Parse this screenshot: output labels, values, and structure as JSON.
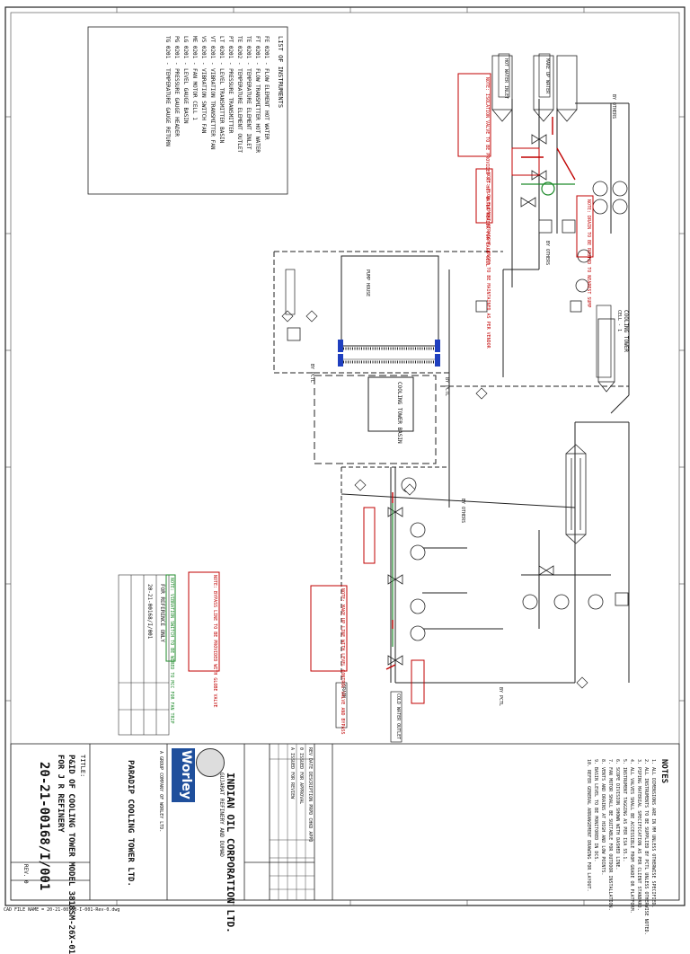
{
  "drawing": {
    "title_label": "TITLE:",
    "title_line1": "P&ID OF COOLING TOWER MODEL 3818SM-26X-01",
    "title_line2": "FOR J R REFINERY",
    "drawing_no": "20-21-00168/I/001",
    "client_name": "INDIAN OIL CORPORATION LTD.",
    "client_unit": "GUJARAT REFINERY AND DUMAD",
    "project_name": "PARADIP COOLING TOWER LTD.",
    "consultant": "Worley",
    "consultant_note": "A GROUP COMPANY OF WORLEY LTD.",
    "notes_heading": "NOTES",
    "for_reference": "FOR REFERENCE ONLY",
    "revision": "REV. 0",
    "footer_path": "CAD FILE NAME = 20-21-00168-I-001-Rev-0.dwg"
  },
  "labels": {
    "by_others": "BY OTHERS",
    "by_pctl": "BY PCTL",
    "cooling_tower": "COOLING TOWER",
    "cell_note": "CELL - 1",
    "makeup_water": "MAKE UP WATER",
    "hot_water_in": "HOT WATER INLET",
    "cold_water_out": "COLD WATER OUTLET",
    "basin": "COOLING TOWER BASIN",
    "pump_house": "PUMP HOUSE",
    "drain": "DRAIN",
    "legend_title": "LIST OF INSTRUMENTS",
    "instrument_list": [
      "FE 0201 - FLOW ELEMENT HOT WATER",
      "FT 0201 - FLOW TRANSMITTER HOT WATER",
      "TE 0201 - TEMPERATURE ELEMENT INLET",
      "TE 0202 - TEMPERATURE ELEMENT OUTLET",
      "PT 0201 - PRESSURE TRANSMITTER",
      "LT 0201 - LEVEL TRANSMITTER BASIN",
      "VT 0201 - VIBRATION TRANSMITTER FAN",
      "VS 0201 - VIBRATION SWITCH FAN",
      "ME 0201 - FAN MOTOR CELL 1",
      "LG 0201 - LEVEL GAUGE BASIN",
      "PG 0201 - PRESSURE GAUGE HEADER",
      "TG 0201 - TEMPERATURE GAUGE RETURN"
    ],
    "red_note_1": "NOTE: ISOLATION VALVE TO BE PROVIDED AT HOT WATER HEADER FOR EACH CELL",
    "red_note_2": "NOTE: FLOW ELEMENT STRAIGHT LENGTH TO BE MAINTAINED AS PER VENDOR",
    "red_note_3": "NOTE: DRAIN TO BE ROUTED TO NEAREST SUMP",
    "red_note_4": "NOTE: BYPASS LINE TO BE PROVIDED WITH GLOBE VALVE",
    "red_note_5": "NOTE: MAKE UP LINE WITH LEVEL CONTROL VALVE AND BYPASS",
    "green_note": "NOTE: VIBRATION SWITCH TO BE WIRED TO MCC FOR FAN TRIP"
  },
  "notes": [
    "1. ALL DIMENSIONS ARE IN MM UNLESS OTHERWISE SPECIFIED.",
    "2. ALL INSTRUMENTS TO BE SUPPLIED BY PCTL UNLESS OTHERWISE NOTED.",
    "3. PIPING MATERIAL SPECIFICATION AS PER CLIENT STANDARD.",
    "4. ALL VALVES SHALL BE ACCESSIBLE FROM GRADE OR PLATFORM.",
    "5. INSTRUMENT TAGGING AS PER ISA S5.1.",
    "6. SCOPE DIVISION SHOWN WITH DASHED LINE.",
    "7. FAN MOTOR SHALL BE SUITABLE FOR OUTDOOR INSTALLATION.",
    "8. VENTS AND DRAINS AT HIGH AND LOW POINTS.",
    "9. BASIN LEVEL TO BE MONITORED IN DCS.",
    "10. REFER GENERAL ARRANGEMENT DRAWING FOR LAYOUT."
  ],
  "revision_table": {
    "headers": [
      "REV",
      "DATE",
      "DESCRIPTION",
      "PRPD",
      "CHKD",
      "APPD"
    ],
    "rows": [
      [
        "0",
        "",
        "ISSUED FOR APPROVAL",
        "",
        "",
        ""
      ],
      [
        "A",
        "",
        "ISSUED FOR REVIEW",
        "",
        "",
        ""
      ]
    ]
  },
  "colors": {
    "line": "#222222",
    "red_callout": "#c00000",
    "green_callout": "#1d8a2a",
    "highlight_blue": "#1f3fbf",
    "logo_blue": "#1f4f9c"
  }
}
